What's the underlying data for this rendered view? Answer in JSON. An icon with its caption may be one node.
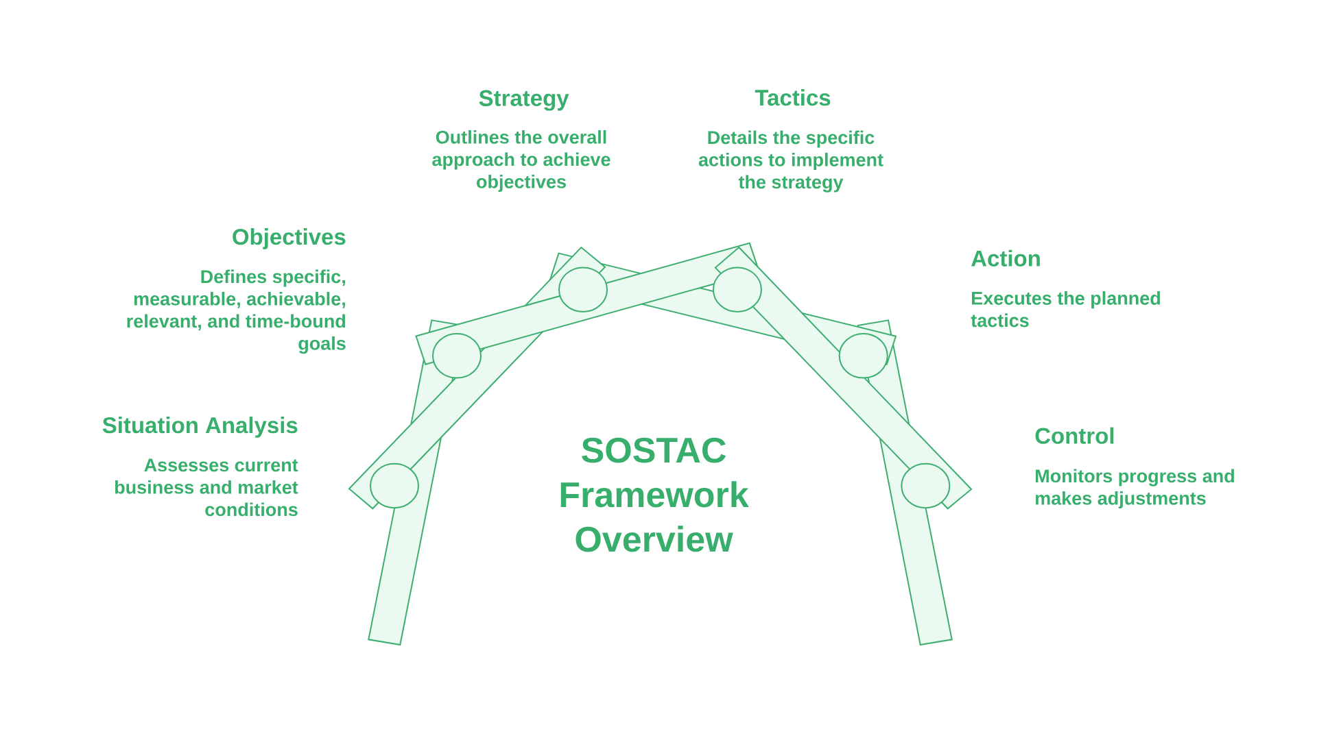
{
  "diagram": {
    "title": "SOSTAC Framework Overview",
    "labels": [
      "Situation Analysis",
      "Assesses current business and market conditions",
      "Objectives",
      "Defines specific, measurable, achievable, relevant, and time-bound goals",
      "Strategy",
      "Outlines the overall approach to achieve objectives",
      "Tactics",
      "Details the specific actions to implement the strategy",
      "Action",
      "Executes the planned tactics",
      "Control",
      "Monitors progress and makes adjustments"
    ]
  }
}
